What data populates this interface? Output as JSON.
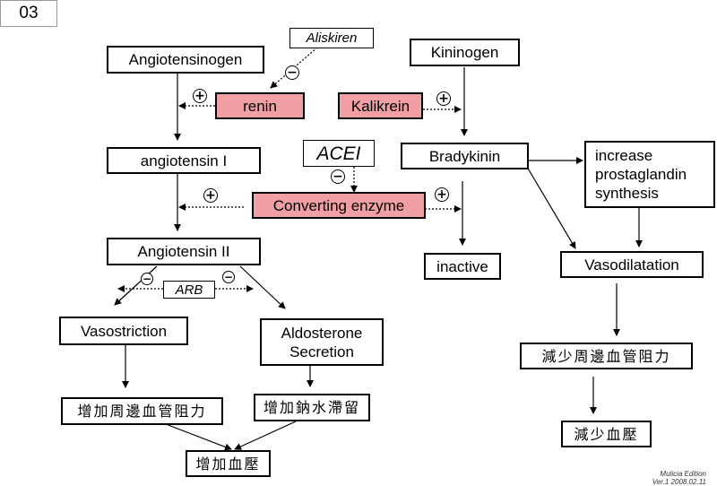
{
  "slide_number": "03",
  "nodes": {
    "angiotensinogen": "Angiotensinogen",
    "aliskiren": "Aliskiren",
    "renin": "renin",
    "angiotensin_1": "angiotensin I",
    "acei": "ACEI",
    "converting_enzyme": "Converting enzyme",
    "angiotensin_2": "Angiotensin II",
    "arb": "ARB",
    "vasostriction": "Vasostriction",
    "aldosterone_secretion": "Aldosterone\nSecretion",
    "increase_resistance": "增加周邊血管阻力",
    "increase_sodium_water": "增加鈉水滯留",
    "increase_bp": "增加血壓",
    "kininogen": "Kininogen",
    "kalikrein": "Kalikrein",
    "bradykinin": "Bradykinin",
    "inactive": "inactive",
    "prostaglandin": "increase\nprostaglandin\nsynthesis",
    "vasodilatation": "Vasodilatation",
    "decrease_resistance": "減少周邊血管阻力",
    "decrease_bp": "減少血壓"
  },
  "signs": {
    "plus": "+",
    "minus": "−"
  },
  "footer": {
    "edition": "Mulicia  Edition",
    "version": "Ver.1 2008.02.11"
  },
  "colors": {
    "enzyme_fill": "#f0a0a4",
    "line": "#000000"
  }
}
